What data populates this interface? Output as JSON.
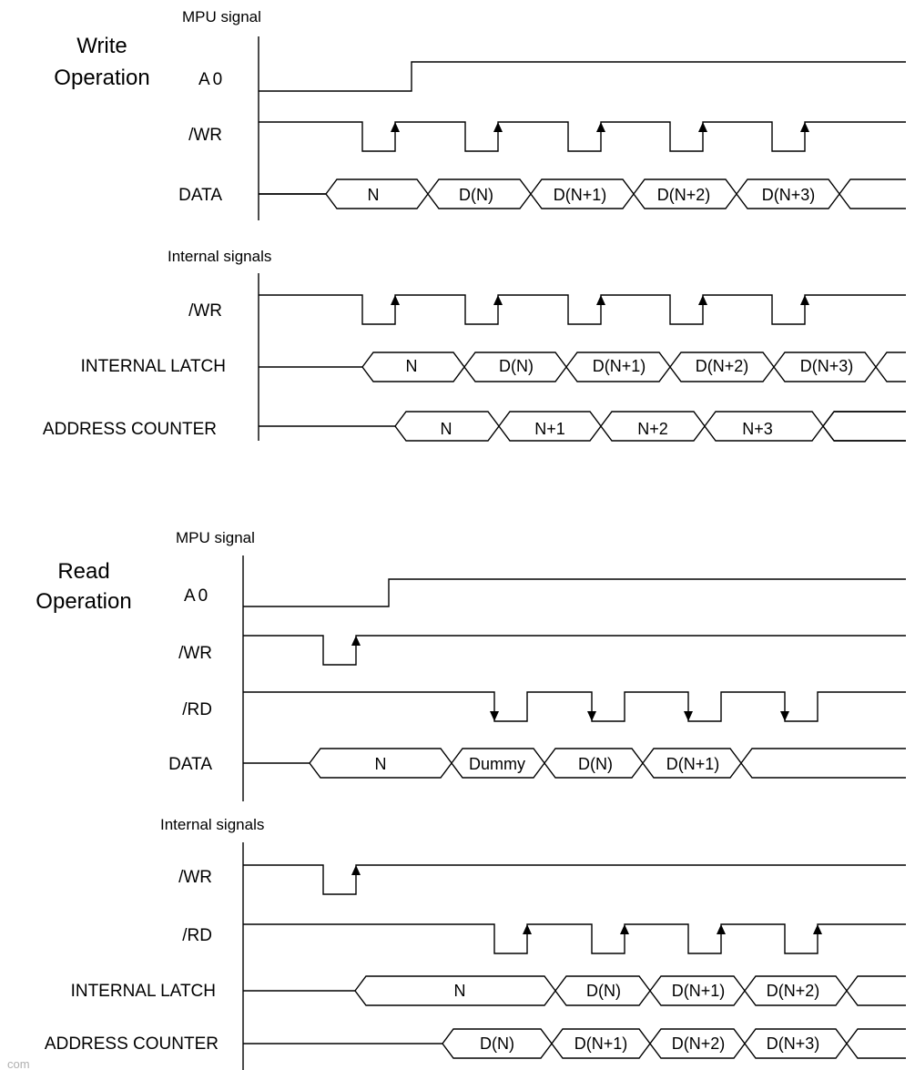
{
  "write": {
    "title_line1": "Write",
    "title_line2": "Operation",
    "mpu_header": "MPU signal",
    "internal_header": "Internal signals",
    "labels": {
      "a0": "A0",
      "wr": "/WR",
      "data": "DATA",
      "int_wr": "/WR",
      "latch": "INTERNAL LATCH",
      "counter": "ADDRESS COUNTER"
    },
    "data_values": [
      "N",
      "D(N)",
      "D(N+1)",
      "D(N+2)",
      "D(N+3)"
    ],
    "latch_values": [
      "N",
      "D(N)",
      "D(N+1)",
      "D(N+2)",
      "D(N+3)"
    ],
    "counter_values": [
      "N",
      "N+1",
      "N+2",
      "N+3"
    ]
  },
  "read": {
    "title_line1": "Read",
    "title_line2": "Operation",
    "mpu_header": "MPU signal",
    "internal_header": "Internal signals",
    "labels": {
      "a0": "A0",
      "wr": "/WR",
      "rd": "/RD",
      "data": "DATA",
      "int_wr": "/WR",
      "int_rd": "/RD",
      "latch": "INTERNAL LATCH",
      "counter": "ADDRESS COUNTER"
    },
    "data_values": [
      "N",
      "Dummy",
      "D(N)",
      "D(N+1)"
    ],
    "latch_values": [
      "N",
      "D(N)",
      "D(N+1)",
      "D(N+2)"
    ],
    "counter_values": [
      "D(N)",
      "D(N+1)",
      "D(N+2)",
      "D(N+3)"
    ]
  },
  "watermark": "com"
}
